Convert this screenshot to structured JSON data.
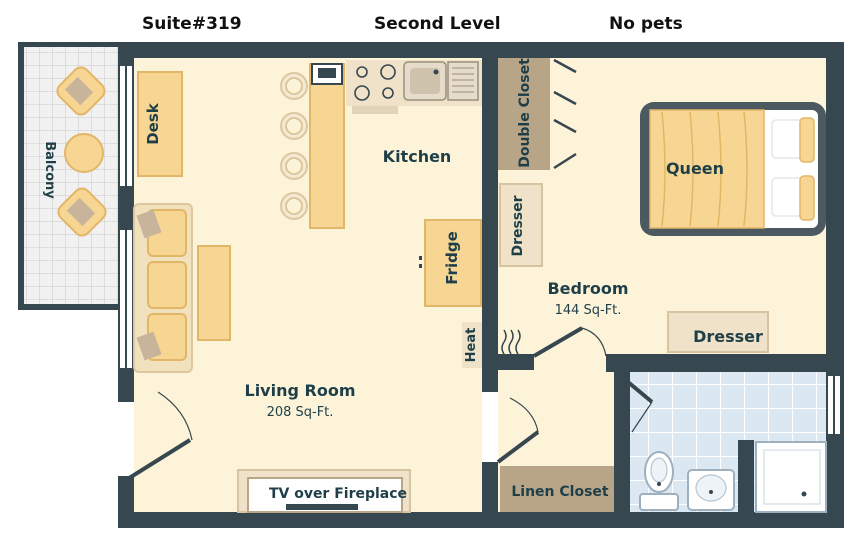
{
  "header": {
    "suite": "Suite#319",
    "level": "Second Level",
    "pets": "No pets"
  },
  "rooms": {
    "balcony": "Balcony",
    "desk": "Desk",
    "kitchen": "Kitchen",
    "fridge": "Fridge",
    "heat": "Heat",
    "living_room": "Living Room",
    "living_area": "208 Sq-Ft.",
    "tv": "TV over Fireplace",
    "double_closet": "Double Closet",
    "dresser_left": "Dresser",
    "queen": "Queen",
    "bedroom": "Bedroom",
    "bedroom_area": "144 Sq-Ft.",
    "dresser_right": "Dresser",
    "linen_closet": "Linen Closet"
  },
  "colors": {
    "wall": "#37474f",
    "floor": "#fdf3d8",
    "furniture": "#f7d693",
    "furniture_edge": "#e2b667",
    "closet": "#b8a588",
    "bath_tile": "#d9e6f0",
    "text": "#1f3f48"
  }
}
